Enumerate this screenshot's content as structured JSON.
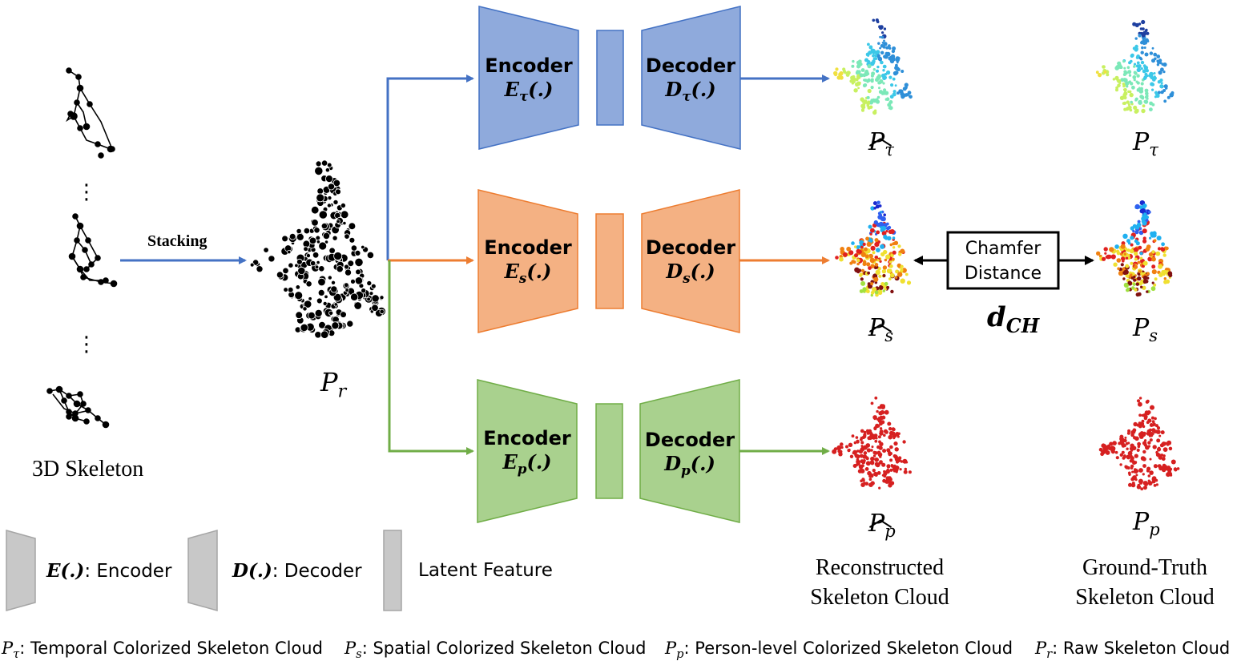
{
  "input": {
    "caption": "3D Skeleton",
    "ellipsis": "⋮",
    "stacking_label": "Stacking",
    "pr_label": {
      "symbol": "P",
      "sub": "r"
    }
  },
  "branches": [
    {
      "id": "temporal",
      "color": "#4472C4",
      "fill": "#8FAADC",
      "encoder": {
        "word": "Encoder",
        "sym": "E",
        "sub": "τ",
        "arg": "(.)"
      },
      "decoder": {
        "word": "Decoder",
        "sym": "D",
        "sub": "τ",
        "arg": "(.)"
      },
      "reconstructed": {
        "symbol": "P",
        "sub": "τ",
        "hat": true
      },
      "ground_truth": {
        "symbol": "P",
        "sub": "τ"
      }
    },
    {
      "id": "spatial",
      "color": "#ED7D31",
      "fill": "#F4B183",
      "encoder": {
        "word": "Encoder",
        "sym": "E",
        "sub": "s",
        "arg": "(.)"
      },
      "decoder": {
        "word": "Decoder",
        "sym": "D",
        "sub": "s",
        "arg": "(.)"
      },
      "reconstructed": {
        "symbol": "P",
        "sub": "s",
        "hat": true
      },
      "ground_truth": {
        "symbol": "P",
        "sub": "s"
      }
    },
    {
      "id": "person",
      "color": "#70AD47",
      "fill": "#A9D18E",
      "encoder": {
        "word": "Encoder",
        "sym": "E",
        "sub": "p",
        "arg": "(.)"
      },
      "decoder": {
        "word": "Decoder",
        "sym": "D",
        "sub": "p",
        "arg": "(.)"
      },
      "reconstructed": {
        "symbol": "P",
        "sub": "p",
        "hat": true
      },
      "ground_truth": {
        "symbol": "P",
        "sub": "p"
      }
    }
  ],
  "loss": {
    "box_line1": "Chamfer",
    "box_line2": "Distance",
    "symbol": "d",
    "sub": "CH"
  },
  "captions": {
    "reconstructed_line1": "Reconstructed",
    "reconstructed_line2": "Skeleton Cloud",
    "ground_truth_line1": "Ground-Truth",
    "ground_truth_line2": "Skeleton Cloud"
  },
  "legend": {
    "encoder": {
      "sym": "E",
      "arg": "(.)",
      "text": ": Encoder"
    },
    "decoder": {
      "sym": "D",
      "arg": "(.)",
      "text": ": Decoder"
    },
    "latent": {
      "text": "Latent Feature"
    }
  },
  "footer": [
    {
      "sym": "P",
      "sub": "τ",
      "text": ": Temporal Colorized Skeleton Cloud"
    },
    {
      "sym": "P",
      "sub": "s",
      "text": ": Spatial Colorized Skeleton Cloud"
    },
    {
      "sym": "P",
      "sub": "p",
      "text": ": Person-level Colorized Skeleton Cloud"
    },
    {
      "sym": "P",
      "sub": "r",
      "text": ": Raw Skeleton Cloud"
    }
  ],
  "colors": {
    "legend_gray": "#C8C8C8",
    "legend_gray_stroke": "#A6A6A6",
    "ink": "#000000",
    "person_dot": "#D62020",
    "temporal_palette": [
      "#0A1A6E",
      "#1E3FA0",
      "#2E8FD8",
      "#3CC8E8",
      "#7CE8B8",
      "#C8F060",
      "#F0E040"
    ],
    "spatial_palette": [
      "#1A2AD0",
      "#3060F0",
      "#20B0F0",
      "#E02020",
      "#F08010",
      "#F0E030",
      "#801010",
      "#A0E040"
    ]
  }
}
